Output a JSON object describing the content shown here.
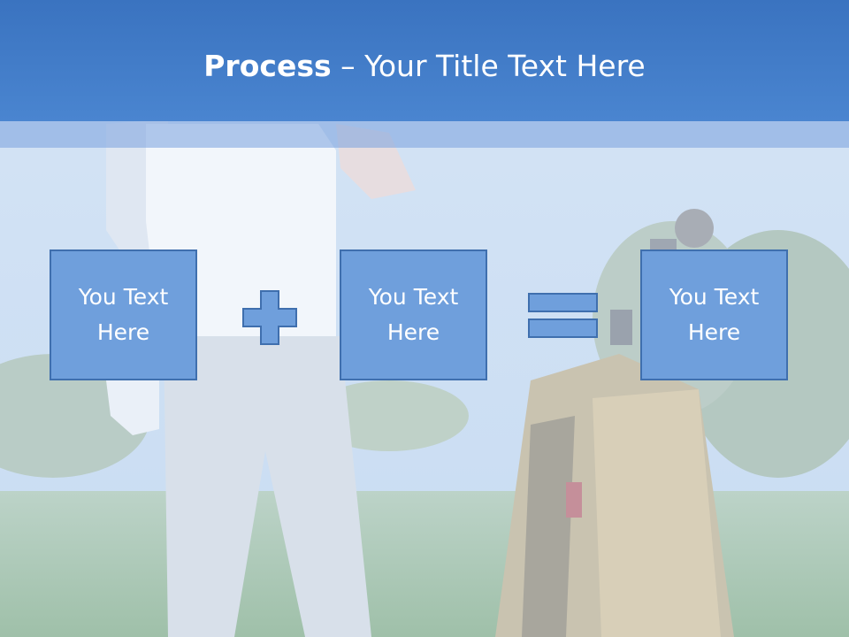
{
  "slide": {
    "title_bold": "Process",
    "title_rest": " – Your Title Text Here",
    "boxes": [
      {
        "text": "You Text\nHere"
      },
      {
        "text": "You Text\nHere"
      },
      {
        "text": "You Text\nHere"
      }
    ],
    "operators": [
      "plus-icon",
      "equals-icon"
    ]
  },
  "colors": {
    "header": "#4a85d0",
    "box_fill": "#6f9fdc",
    "box_border": "#3f6fae"
  }
}
